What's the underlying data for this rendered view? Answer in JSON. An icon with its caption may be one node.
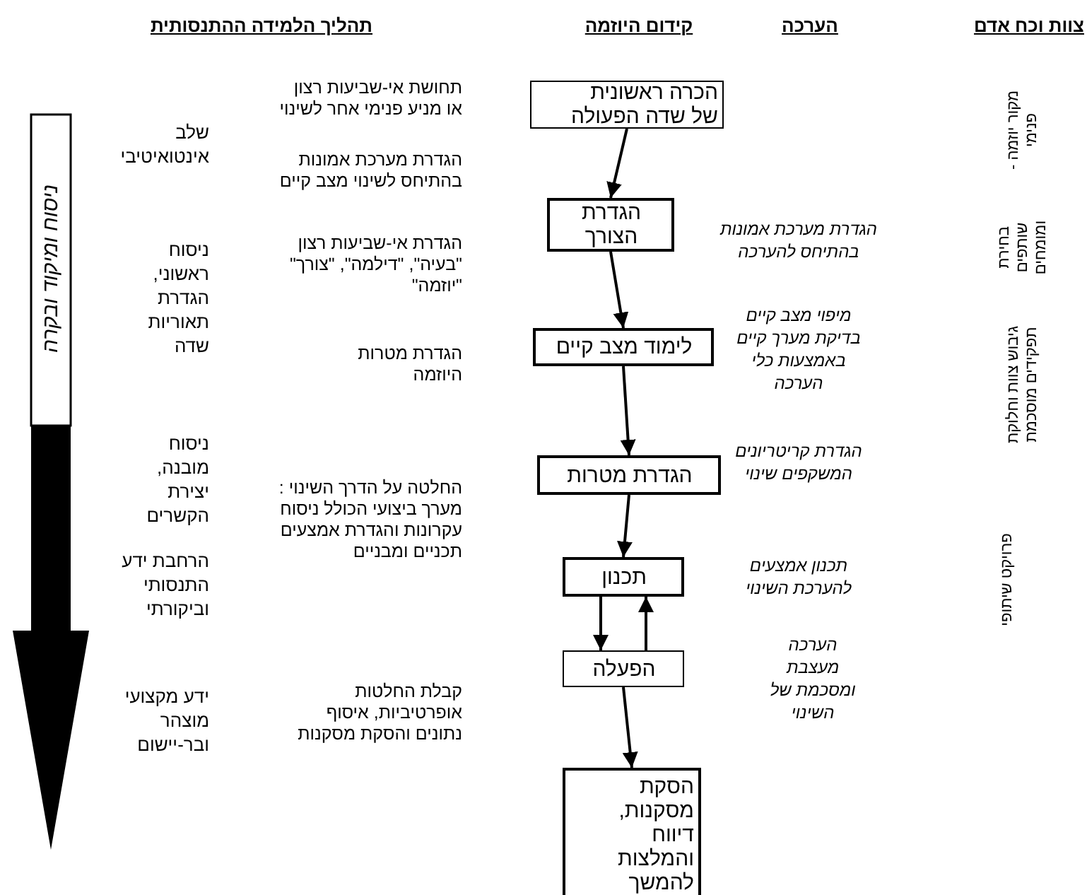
{
  "diagram": {
    "nodes": [
      {
        "text": [
          "הכרה ראשונית של שדה הפעולה"
        ]
      },
      {
        "text": [
          "הגדרת הצורך"
        ]
      },
      {
        "text": [
          "לימוד מצב קיים"
        ]
      },
      {
        "text": [
          "הגדרת מטרות"
        ]
      },
      {
        "text": [
          "תכנון"
        ]
      },
      {
        "text": [
          "הפעלה"
        ]
      },
      {
        "text": [
          "הסקת מסקנות, דיווח והמלצות להמשך"
        ]
      },
      {
        "text": [
          "ניסוח ומיקוד ובקרה"
        ]
      }
    ],
    "edges": [
      {
        "from": 0,
        "to": 1,
        "arrow": "to"
      },
      {
        "from": 1,
        "to": 2,
        "arrow": "to"
      },
      {
        "from": 2,
        "to": 3,
        "arrow": "to"
      },
      {
        "from": 3,
        "to": 4,
        "arrow": "to"
      },
      {
        "from": 4,
        "to": 5,
        "arrow": "to"
      },
      {
        "from": 5,
        "to": 4,
        "arrow": "to"
      },
      {
        "from": 5,
        "to": 6,
        "arrow": "to"
      }
    ],
    "labels": [
      "צוות וכח אדם",
      "הערכה",
      "קידום היוזמה",
      "תהליך הלמידה ההתנסותית",
      "מקור יוזמה - פנימי",
      "בחירת שותפים ומומחים",
      "גיבוש צוות וחלוקת תפקידים מוסכמת",
      "פרויקט שיתופי",
      "הגדרת מערכת אמונות בהתיחס להערכה",
      "מיפוי מצב קיים בדיקת מערך קיים באמצעות כלי הערכה",
      "הגדרת קריטריונים המשקפים שינוי",
      "תכנון אמצעים להערכת השינוי",
      "הערכה מעצבת ומסכמת של השינוי",
      "תחושת אי-שביעות רצון או מניע פנימי אחר לשינוי",
      "הגדרת מערכת אמונות בהתיחס לשינוי מצב קיים",
      "הגדרת אי-שביעות רצון \"בעיה\", \"דילמה\", \"צורך\" \"יוזמה\"",
      "הגדרת מטרות היוזמה",
      "החלטה על הדרך השינוי : מערך ביצועי הכולל ניסוח עקרונות והגדרת אמצעים תכניים ומבניים",
      "קבלת החלטות אופרטיביות, איסוף נתונים והסקת מסקנות",
      "שלב אינטואיטיבי",
      "ניסוח ראשוני, הגדרת תאוריות שדה",
      "ניסוח מובנה, יצירת הקשרים",
      "הרחבת ידע התנסותי וביקורתי",
      "ידע מקצועי מוצהר ובר-יישום"
    ]
  }
}
